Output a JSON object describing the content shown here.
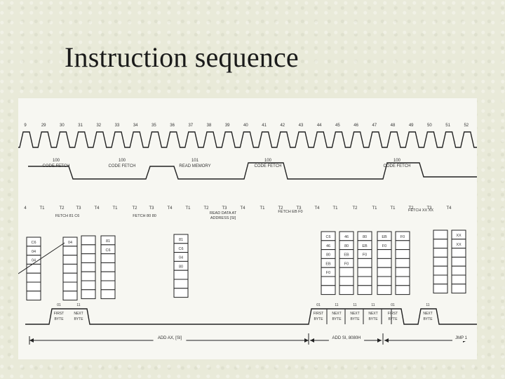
{
  "title": "Instruction sequence",
  "clock_numbers": [
    "9",
    "29",
    "30",
    "31",
    "32",
    "33",
    "34",
    "35",
    "36",
    "37",
    "38",
    "39",
    "40",
    "41",
    "42",
    "43",
    "44",
    "45",
    "46",
    "47",
    "48",
    "49",
    "50",
    "51",
    "52"
  ],
  "code_labels": [
    {
      "top": "100",
      "bottom": "CODE FETCH"
    },
    {
      "top": "100",
      "bottom": "CODE FETCH"
    },
    {
      "top": "101",
      "bottom": "READ MEMORY"
    },
    {
      "top": "100",
      "bottom": "CODE FETCH"
    },
    {
      "top": "100",
      "bottom": "CODE FETCH"
    }
  ],
  "t_states": [
    "4",
    "T1",
    "T2",
    "T3",
    "T4",
    "T1",
    "T2",
    "T3",
    "T4",
    "T1",
    "T2",
    "T3",
    "T4",
    "T1",
    "T2",
    "T3",
    "T4",
    "T1",
    "T2",
    "T1",
    "T1",
    "T2",
    "T3",
    "T4"
  ],
  "fetch_labels": [
    "FETCH 81 C6",
    "FETCH 80 80",
    "READ DATA AT",
    "ADDRESS [SI]",
    "FETCH EB F0",
    "FETCH XX XX"
  ],
  "queues": [
    [
      "C6",
      "04",
      "04",
      "",
      "",
      "",
      ""
    ],
    [
      "04",
      "",
      "",
      "",
      "",
      "",
      ""
    ],
    [
      "",
      "",
      "",
      "",
      "",
      "",
      ""
    ],
    [
      "81",
      "C6",
      "",
      "",
      "",
      "",
      ""
    ],
    [
      "81",
      "C6",
      "04",
      "80",
      "",
      "",
      ""
    ],
    [
      "C6",
      "46",
      "80",
      "EB",
      "F0",
      "",
      ""
    ],
    [
      "46",
      "80",
      "EB",
      "F0",
      "",
      "",
      ""
    ],
    [
      "80",
      "EB",
      "F0",
      "",
      "",
      "",
      ""
    ],
    [
      "EB",
      "F0",
      "",
      "",
      "",
      "",
      ""
    ],
    [
      "F0",
      "",
      "",
      "",
      "",
      "",
      ""
    ],
    [
      "",
      "",
      "",
      "",
      "",
      "",
      ""
    ],
    [
      "XX",
      "XX",
      "",
      "",
      "",
      "",
      ""
    ]
  ],
  "status_pulses": [
    {
      "code": "01",
      "label1": "FIRST",
      "label2": "BYTE"
    },
    {
      "code": "11",
      "label1": "NEXT",
      "label2": "BYTE"
    },
    {
      "code": "01",
      "label1": "FIRST",
      "label2": "BYTE"
    },
    {
      "code": "11",
      "label1": "NEXT",
      "label2": "BYTE"
    },
    {
      "code": "11",
      "label1": "NEXT",
      "label2": "BYTE"
    },
    {
      "code": "11",
      "label1": "NEXT",
      "label2": "BYTE"
    },
    {
      "code": "01",
      "label1": "FIRST",
      "label2": "BYTE"
    },
    {
      "code": "11",
      "label1": "NEXT",
      "label2": "BYTE"
    }
  ],
  "instruction_labels": [
    "ADD AX, [SI]",
    "ADD SI, 8080H",
    "JMP 1"
  ]
}
